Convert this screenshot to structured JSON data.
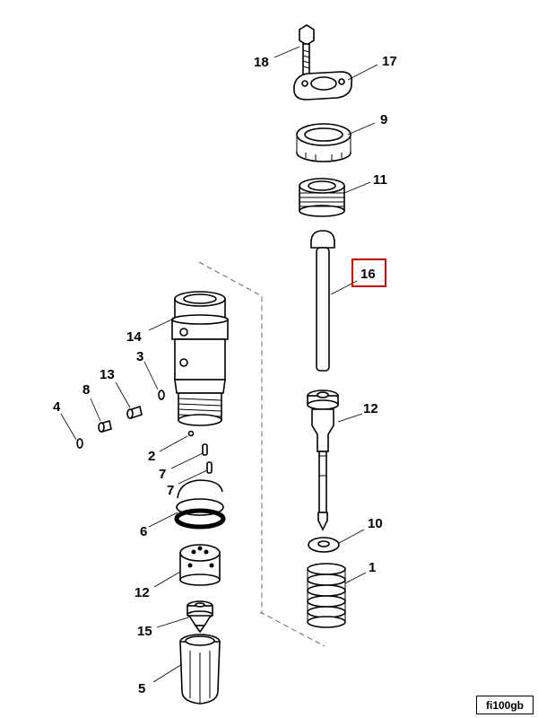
{
  "labels": {
    "l18": "18",
    "l17": "17",
    "l9": "9",
    "l11": "11",
    "l16": "16",
    "l14": "14",
    "l3": "3",
    "l13": "13",
    "l8": "8",
    "l4": "4",
    "l12a": "12",
    "l2": "2",
    "l7a": "7",
    "l7b": "7",
    "l6": "6",
    "l10": "10",
    "l1": "1",
    "l12b": "12",
    "l15": "15",
    "l5": "5"
  },
  "highlight": {
    "label": "16",
    "color": "#e00000"
  },
  "figure_code": "fi100gb"
}
